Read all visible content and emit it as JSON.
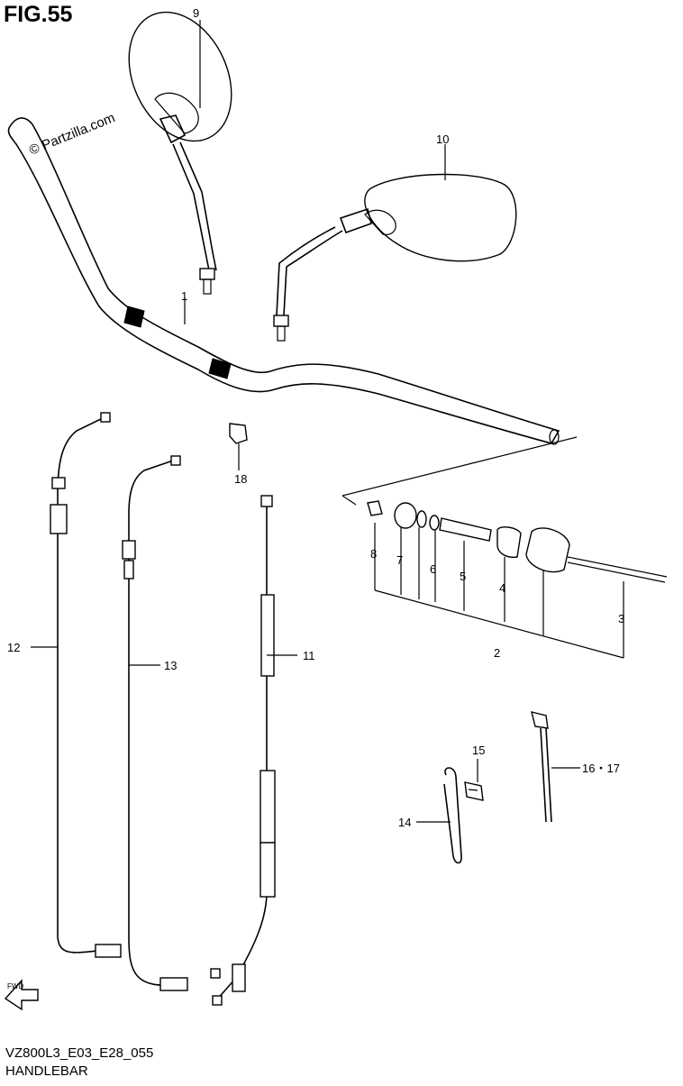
{
  "figure": {
    "title": "FIG.55"
  },
  "watermark": {
    "text": "© Partzilla.com"
  },
  "footer": {
    "model_code": "VZ800L3_E03_E28_055",
    "section_name": "HANDLEBAR"
  },
  "part_labels": [
    {
      "id": "p1",
      "text": "1"
    },
    {
      "id": "p2",
      "text": "2"
    },
    {
      "id": "p3",
      "text": "3"
    },
    {
      "id": "p4",
      "text": "4"
    },
    {
      "id": "p5",
      "text": "5"
    },
    {
      "id": "p6",
      "text": "6"
    },
    {
      "id": "p7",
      "text": "7"
    },
    {
      "id": "p8",
      "text": "8"
    },
    {
      "id": "p9",
      "text": "9"
    },
    {
      "id": "p10",
      "text": "10"
    },
    {
      "id": "p11",
      "text": "11"
    },
    {
      "id": "p12",
      "text": "12"
    },
    {
      "id": "p13",
      "text": "13"
    },
    {
      "id": "p14",
      "text": "14"
    },
    {
      "id": "p15",
      "text": "15"
    },
    {
      "id": "p16",
      "text": "16・17"
    },
    {
      "id": "p18",
      "text": "18"
    }
  ],
  "fwd_arrow": {
    "text": "FWD"
  }
}
